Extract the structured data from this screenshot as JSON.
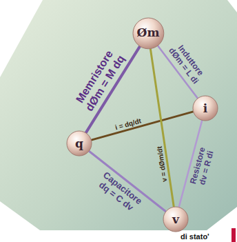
{
  "diagram": {
    "nodes": [
      {
        "text": [
          "Øm"
        ]
      },
      {
        "text": [
          "i"
        ]
      },
      {
        "text": [
          "q"
        ]
      },
      {
        "text": [
          "v"
        ]
      }
    ],
    "edges": [
      {
        "from": 2,
        "to": 0,
        "label": "Memristore dØm = M dq",
        "arrow": "none"
      },
      {
        "from": 0,
        "to": 1,
        "label": "Induttore dØm = L di",
        "arrow": "none"
      },
      {
        "from": 1,
        "to": 3,
        "label": "Resistore dv = R di",
        "arrow": "none"
      },
      {
        "from": 2,
        "to": 3,
        "label": "Capacitore dq = C dv",
        "arrow": "none"
      },
      {
        "from": 2,
        "to": 1,
        "label": "i = dq/dt",
        "arrow": "none"
      },
      {
        "from": 0,
        "to": 3,
        "label": "v = dØm/dt",
        "arrow": "none"
      }
    ],
    "labels": [
      "di stato'"
    ]
  }
}
